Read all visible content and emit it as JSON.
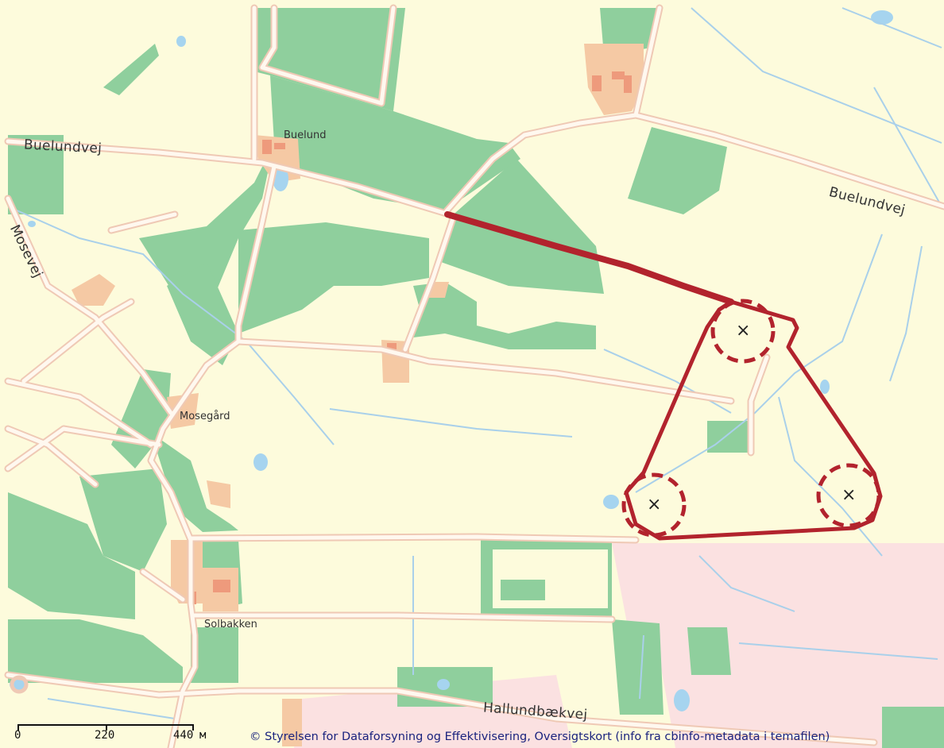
{
  "map": {
    "road_labels": [
      {
        "text": "Buelundvej"
      },
      {
        "text": "Buelundvej"
      },
      {
        "text": "Mosevej"
      },
      {
        "text": "Hallundbækvej"
      }
    ],
    "place_labels": [
      {
        "text": "Buelund"
      },
      {
        "text": "Mosegård"
      },
      {
        "text": "Solbakken"
      }
    ],
    "markers": [
      {
        "symbol": "×"
      },
      {
        "symbol": "×"
      },
      {
        "symbol": "×"
      }
    ],
    "scale": {
      "ticks": [
        "0",
        "220",
        "440"
      ],
      "unit": "м"
    },
    "attribution": "© Styrelsen for Dataforsyning og Effektivisering, Oversigtskort (info fra cbinfo-metadata i temafilen)",
    "colors": {
      "land": "#fdfbdc",
      "forest": "#8fcf9d",
      "urban": "#f5c9a4",
      "industrial": "#fbe1e1",
      "road_fill": "#fff8ef",
      "road_casing": "#efc9b5",
      "stream": "#a9d0ea",
      "water": "#a6d4ef",
      "overlay": "#b2232d"
    }
  }
}
